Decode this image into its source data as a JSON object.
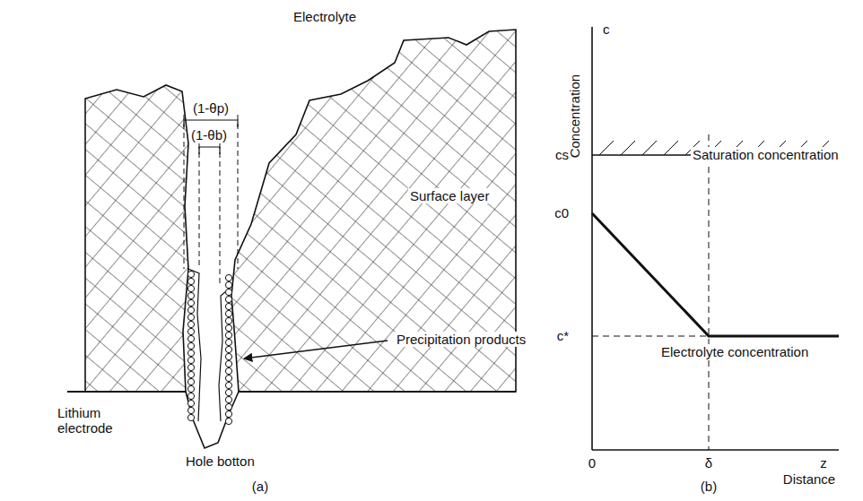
{
  "diagram": {
    "labels": [
      "Electrolyte",
      "(1-θp)",
      "(1-θb)",
      "Surface layer",
      "Precipitation products",
      "Lithium electrode",
      "Hole botton",
      "(a)",
      "c",
      "Concentration",
      "cs",
      "Saturation concentration",
      "c0",
      "c*",
      "Electrolyte concentration",
      "0",
      "δ",
      "z",
      "Distance",
      "(b)"
    ]
  }
}
